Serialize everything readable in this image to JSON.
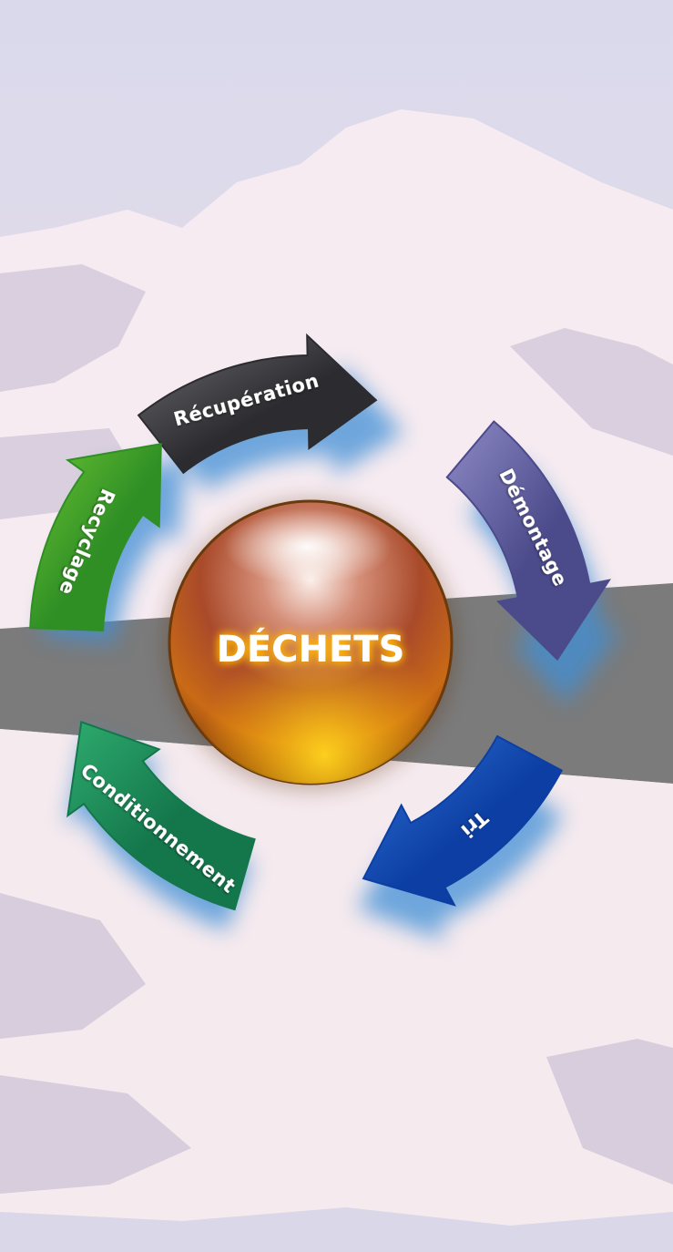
{
  "center": {
    "label": "DÉCHETS",
    "colors": {
      "top": "#f7e7e2",
      "mid": "#c06a42",
      "bottom": "#f2c21e",
      "glow": "#ffb600"
    }
  },
  "cycle": [
    {
      "label": "Récupération",
      "color": "#2c2c30",
      "highlight": "#6c6c72"
    },
    {
      "label": "Démontage",
      "color": "#4b4a8a",
      "highlight": "#8e8ac6"
    },
    {
      "label": "Tri",
      "color": "#0c3ea3",
      "highlight": "#2f73d6"
    },
    {
      "label": "Conditionnement",
      "color": "#14764b",
      "highlight": "#2eab6e"
    },
    {
      "label": "Recyclage",
      "color": "#2f8f25",
      "highlight": "#6cc433"
    }
  ],
  "background": {
    "sky": "#dcd9ea",
    "snow": "#f8ecef",
    "shadow": "#c9bfd3",
    "band": "#7a7a7a",
    "glow": "#3f8fd6"
  }
}
